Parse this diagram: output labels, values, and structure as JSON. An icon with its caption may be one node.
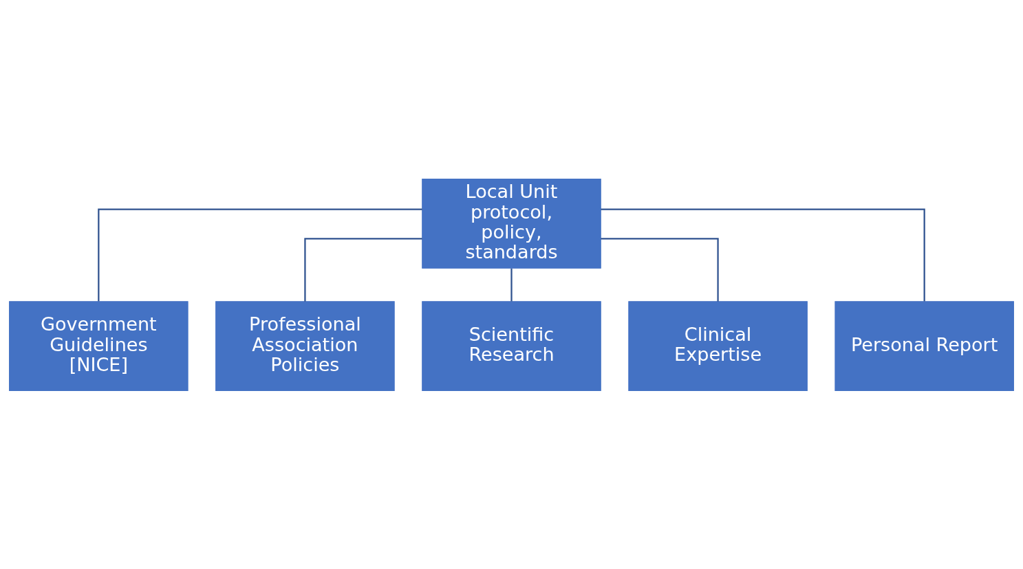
{
  "diagram": {
    "nodes": [
      {
        "text": [
          "Local Unit protocol, policy, standards"
        ]
      },
      {
        "text": [
          "Government Guidelines [NICE]"
        ]
      },
      {
        "text": [
          "Professional Association Policies"
        ]
      },
      {
        "text": [
          "Scientific Research"
        ]
      },
      {
        "text": [
          "Clinical Expertise"
        ]
      },
      {
        "text": [
          "Personal Report"
        ]
      }
    ],
    "edges": [
      {
        "from": 0,
        "to": 1,
        "arrow": "none"
      },
      {
        "from": 0,
        "to": 2,
        "arrow": "none"
      },
      {
        "from": 0,
        "to": 3,
        "arrow": "none"
      },
      {
        "from": 0,
        "to": 4,
        "arrow": "none"
      },
      {
        "from": 0,
        "to": 5,
        "arrow": "none"
      }
    ]
  }
}
